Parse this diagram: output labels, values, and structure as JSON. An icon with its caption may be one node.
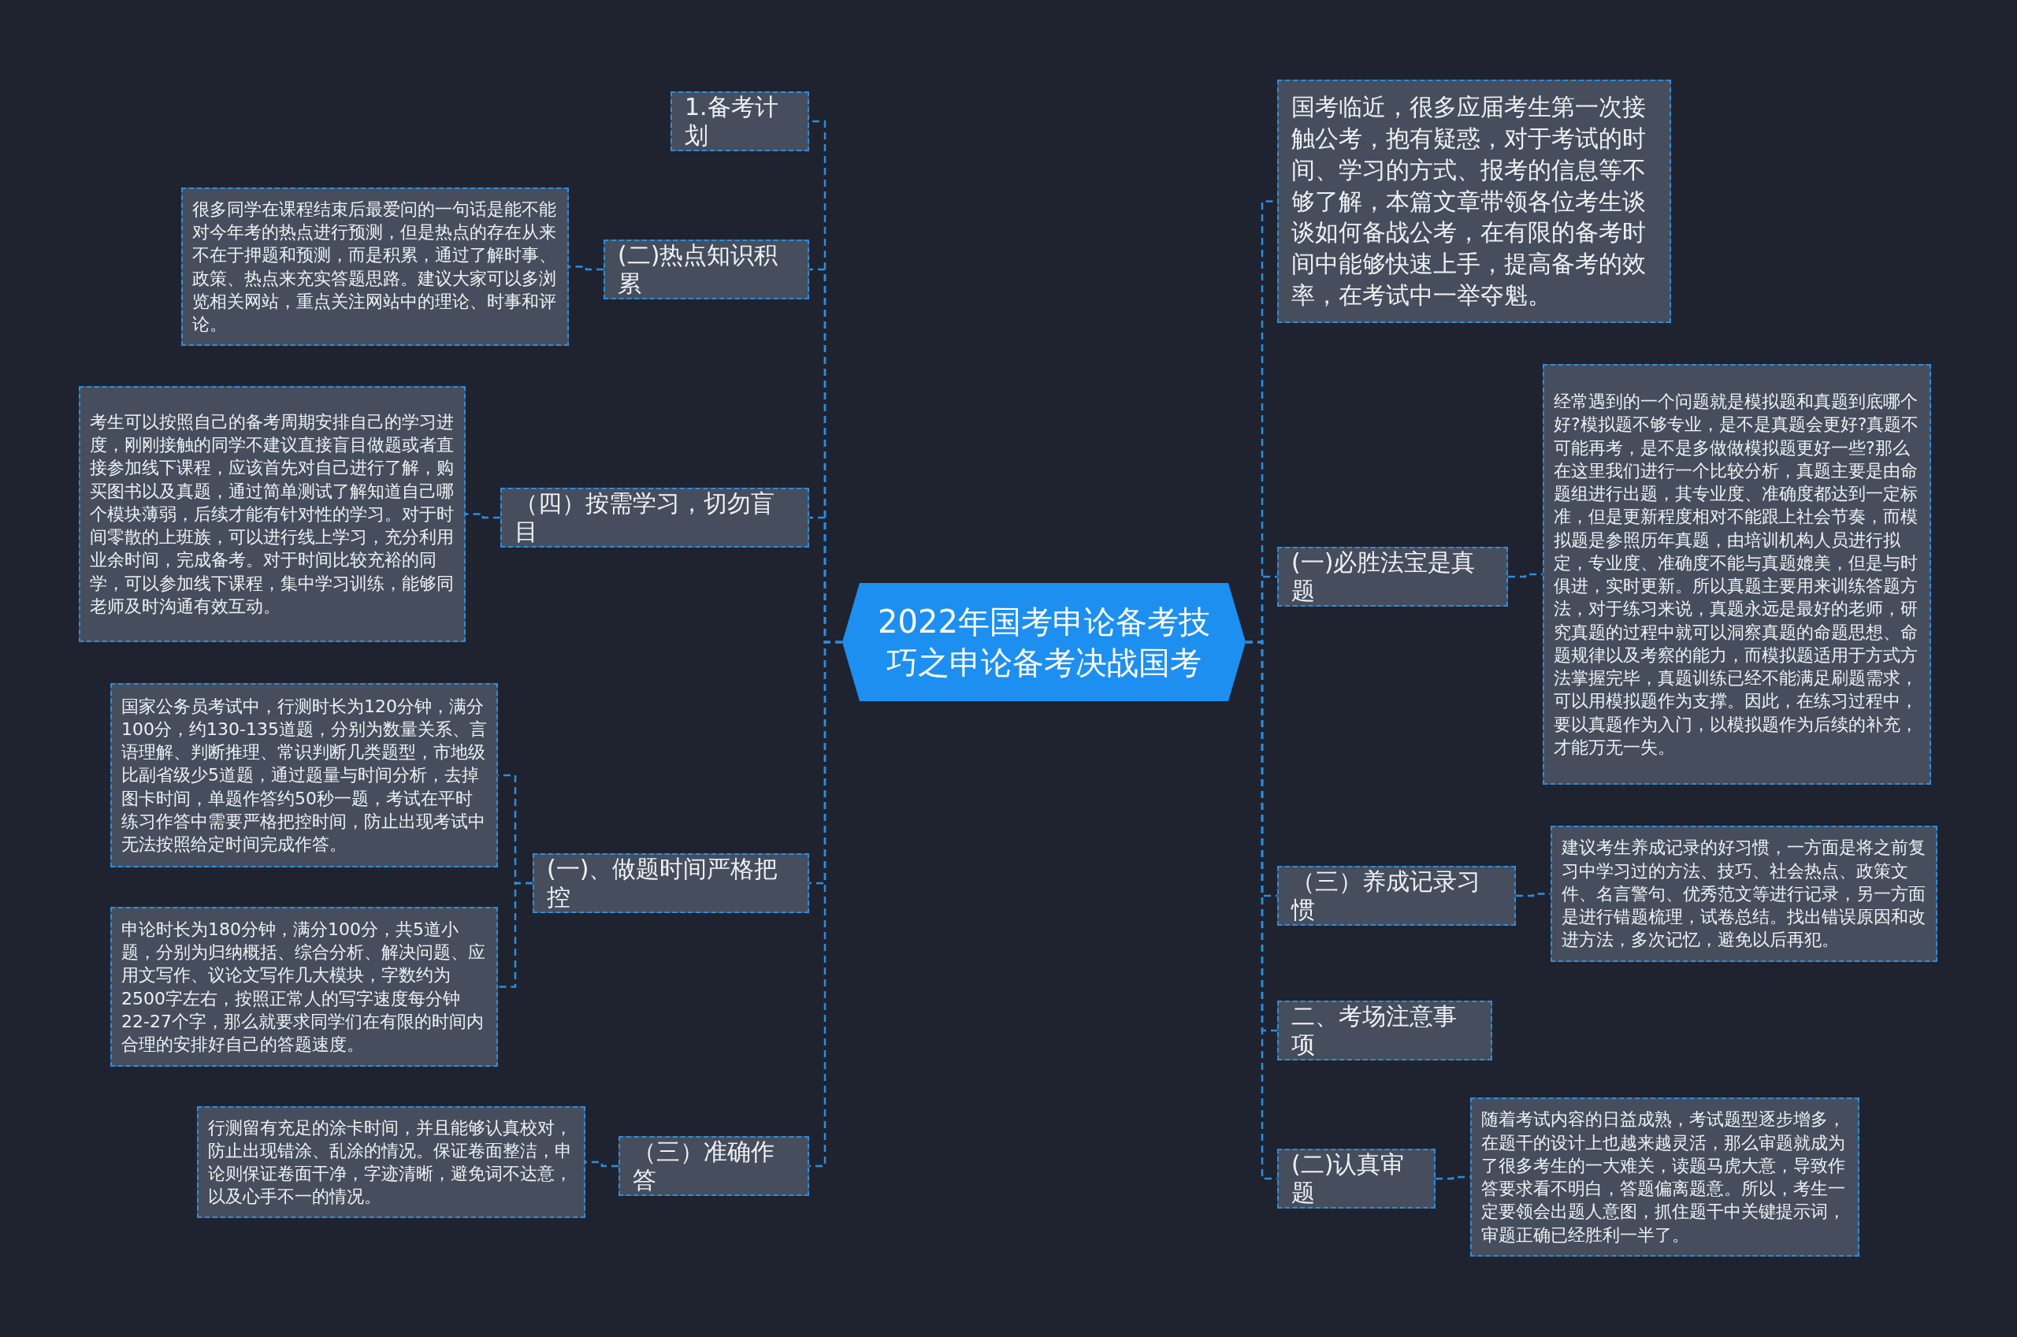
{
  "diagram": {
    "nodes": [
      {
        "text": [
          "2022年国考申论备考技巧之申论备考决战国考"
        ]
      },
      {
        "text": [
          "1.备考计划"
        ]
      },
      {
        "text": [
          "(二)热点知识积累"
        ]
      },
      {
        "text": [
          "很多同学在课程结束后最爱问的一句话是能不能对今年考的热点进行预测，但是热点的存在从来不在于押题和预测，而是积累，通过了解时事、政策、热点来充实答题思路。建议大家可以多浏览相关网站，重点关注网站中的理论、时事和评论。"
        ]
      },
      {
        "text": [
          "（四）按需学习，切勿盲目"
        ]
      },
      {
        "text": [
          "考生可以按照自己的备考周期安排自己的学习进度，刚刚接触的同学不建议直接盲目做题或者直接参加线下课程，应该首先对自己进行了解，购买图书以及真题，通过简单测试了解知道自己哪个模块薄弱，后续才能有针对性的学习。对于时间零散的上班族，可以进行线上学习，充分利用业余时间，完成备考。对于时间比较充裕的同学，可以参加线下课程，集中学习训练，能够同老师及时沟通有效互动。"
        ]
      },
      {
        "text": [
          "(一)、做题时间严格把控"
        ]
      },
      {
        "text": [
          "国家公务员考试中，行测时长为120分钟，满分100分，约130-135道题，分别为数量关系、言语理解、判断推理、常识判断几类题型，市地级比副省级少5道题，通过题量与时间分析，去掉图卡时间，单题作答约50秒一题，考试在平时练习作答中需要严格把控时间，防止出现考试中无法按照给定时间完成作答。"
        ]
      },
      {
        "text": [
          "申论时长为180分钟，满分100分，共5道小题，分别为归纳概括、综合分析、解决问题、应用文写作、议论文写作几大模块，字数约为2500字左右，按照正常人的写字速度每分钟22-27个字，那么就要求同学们在有限的时间内合理的安排好自己的答题速度。"
        ]
      },
      {
        "text": [
          "（三）准确作答"
        ]
      },
      {
        "text": [
          "行测留有充足的涂卡时间，并且能够认真校对，防止出现错涂、乱涂的情况。保证卷面整洁，申论则保证卷面干净，字迹清晰，避免词不达意，以及心手不一的情况。"
        ]
      },
      {
        "text": [
          "国考临近，很多应届考生第一次接触公考，抱有疑惑，对于考试的时间、学习的方式、报考的信息等不够了解，本篇文章带领各位考生谈谈如何备战公考，在有限的备考时间中能够快速上手，提高备考的效率，在考试中一举夺魁。"
        ]
      },
      {
        "text": [
          "(一)必胜法宝是真题"
        ]
      },
      {
        "text": [
          "经常遇到的一个问题就是模拟题和真题到底哪个好?模拟题不够专业，是不是真题会更好?真题不可能再考，是不是多做做模拟题更好一些?那么在这里我们进行一个比较分析，真题主要是由命题组进行出题，其专业度、准确度都达到一定标准，但是更新程度相对不能跟上社会节奏，而模拟题是参照历年真题，由培训机构人员进行拟定，专业度、准确度不能与真题媲美，但是与时俱进，实时更新。所以真题主要用来训练答题方法，对于练习来说，真题永远是最好的老师，研究真题的过程中就可以洞察真题的命题思想、命题规律以及考察的能力，而模拟题适用于方式方法掌握完毕，真题训练已经不能满足刷题需求，可以用模拟题作为支撑。因此，在练习过程中，要以真题作为入门，以模拟题作为后续的补充，才能万无一失。"
        ]
      },
      {
        "text": [
          "（三）养成记录习惯"
        ]
      },
      {
        "text": [
          "建议考生养成记录的好习惯，一方面是将之前复习中学习过的方法、技巧、社会热点、政策文件、名言警句、优秀范文等进行记录，另一方面是进行错题梳理，试卷总结。找出错误原因和改进方法，多次记忆，避免以后再犯。"
        ]
      },
      {
        "text": [
          "二、考场注意事项"
        ]
      },
      {
        "text": [
          "(二)认真审题"
        ]
      },
      {
        "text": [
          "随着考试内容的日益成熟，考试题型逐步增多，在题干的设计上也越来越灵活，那么审题就成为了很多考生的一大难关，读题马虎大意，导致作答要求看不明白，答题偏离题意。所以，考生一定要领会出题人意图，抓住题干中关键提示词，审题正确已经胜利一半了。"
        ]
      }
    ],
    "edges": [
      {
        "from": 0,
        "to": 1,
        "arrow": "none"
      },
      {
        "from": 0,
        "to": 2,
        "arrow": "none"
      },
      {
        "from": 2,
        "to": 3,
        "arrow": "none"
      },
      {
        "from": 0,
        "to": 4,
        "arrow": "none"
      },
      {
        "from": 4,
        "to": 5,
        "arrow": "none"
      },
      {
        "from": 0,
        "to": 6,
        "arrow": "none"
      },
      {
        "from": 6,
        "to": 7,
        "arrow": "none"
      },
      {
        "from": 6,
        "to": 8,
        "arrow": "none"
      },
      {
        "from": 0,
        "to": 9,
        "arrow": "none"
      },
      {
        "from": 9,
        "to": 10,
        "arrow": "none"
      },
      {
        "from": 0,
        "to": 11,
        "arrow": "none"
      },
      {
        "from": 0,
        "to": 12,
        "arrow": "none"
      },
      {
        "from": 12,
        "to": 13,
        "arrow": "none"
      },
      {
        "from": 0,
        "to": 14,
        "arrow": "none"
      },
      {
        "from": 14,
        "to": 15,
        "arrow": "none"
      },
      {
        "from": 0,
        "to": 16,
        "arrow": "none"
      },
      {
        "from": 0,
        "to": 17,
        "arrow": "none"
      },
      {
        "from": 17,
        "to": 18,
        "arrow": "none"
      }
    ]
  }
}
